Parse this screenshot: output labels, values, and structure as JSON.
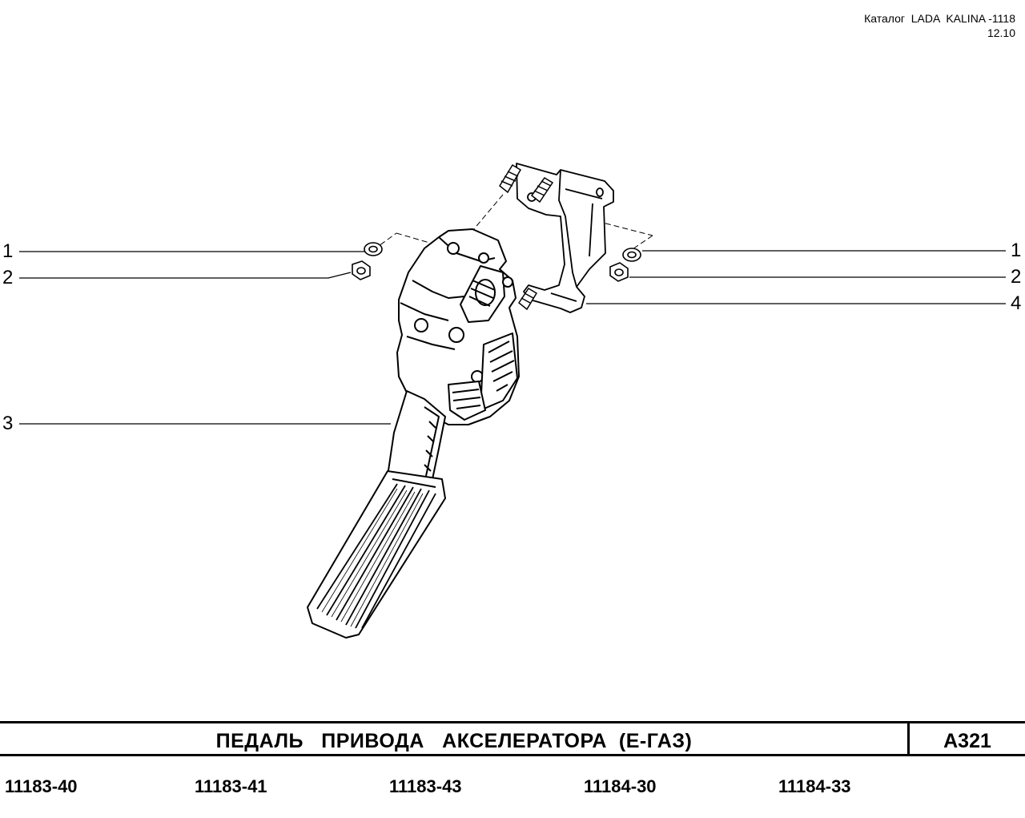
{
  "header": {
    "catalog": "Каталог  LADA  KALINA -1118",
    "date": "12.10"
  },
  "callouts": [
    "1",
    "2",
    "3",
    "1",
    "2",
    "4"
  ],
  "title": "ПЕДАЛЬ   ПРИВОДА   АКСЕЛЕРАТОРА  (Е-ГАЗ)",
  "page_code": "А321",
  "models": [
    "11183-40",
    "11183-41",
    "11183-43",
    "11184-30",
    "11184-33"
  ],
  "colors": {
    "ink": "#000000",
    "paper": "#ffffff"
  }
}
